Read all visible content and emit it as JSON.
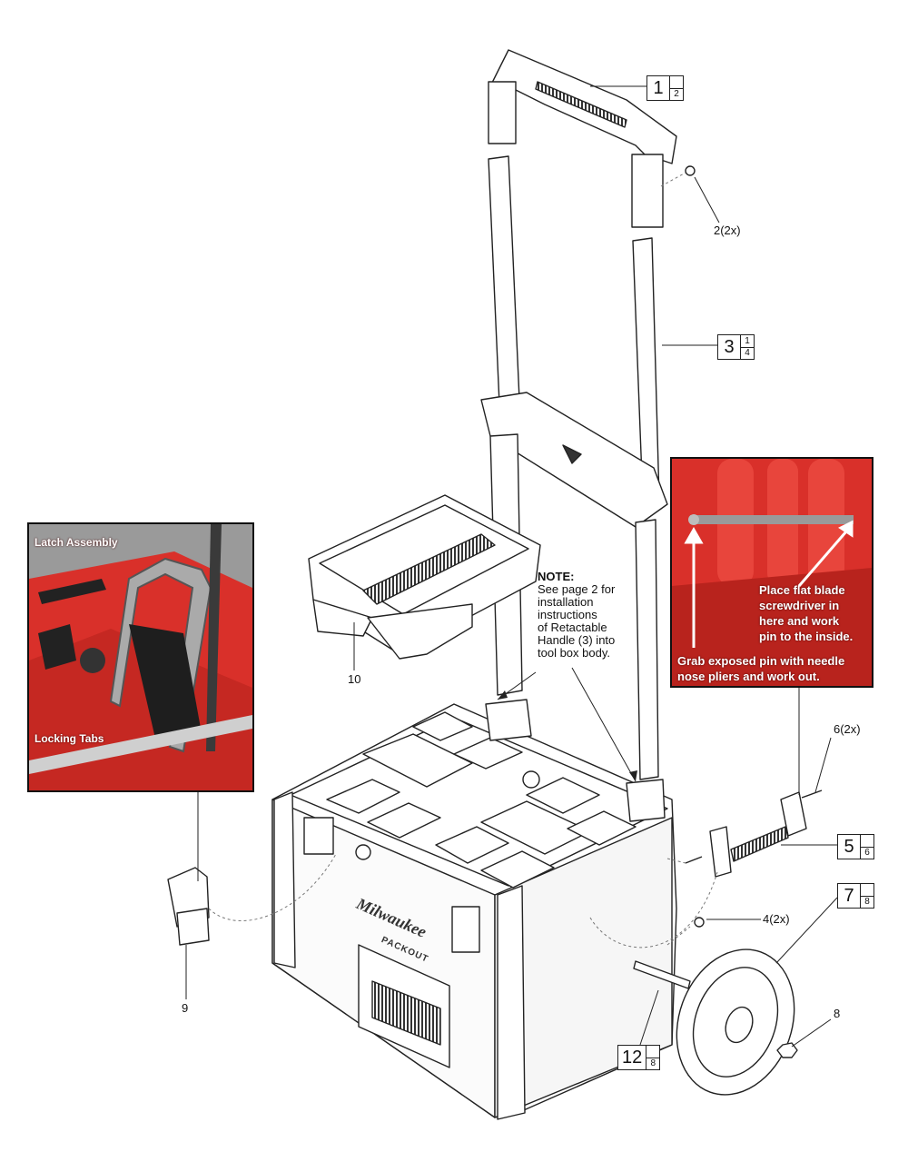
{
  "callouts": [
    {
      "id": "c1",
      "num": "1",
      "sub_top": "",
      "sub_bot": "2"
    },
    {
      "id": "c3",
      "num": "3",
      "sub_top": "1",
      "sub_bot": "4"
    },
    {
      "id": "c5",
      "num": "5",
      "sub_top": "",
      "sub_bot": "6"
    },
    {
      "id": "c7",
      "num": "7",
      "sub_top": "",
      "sub_bot": "8"
    },
    {
      "id": "c12",
      "num": "12",
      "sub_top": "",
      "sub_bot": "8"
    }
  ],
  "labels": {
    "screw_2": "2(2x)",
    "pin_6": "6(2x)",
    "screw_4": "4(2x)",
    "tray_10": "10",
    "latch_9": "9",
    "nut_8": "8"
  },
  "note": {
    "heading": "NOTE:",
    "lines": [
      "See page 2 for",
      "installation",
      "instructions",
      "of Retactable",
      "Handle (3) into",
      "tool box body."
    ]
  },
  "left_photo": {
    "latch_label": "Latch Assembly",
    "tabs_label": "Locking Tabs"
  },
  "right_photo": {
    "hint_top": [
      "Place flat blade",
      "screwdriver in",
      "here and work",
      "pin to the inside."
    ],
    "hint_bottom": [
      "Grab exposed pin with needle",
      "nose pliers and work out."
    ]
  },
  "brand": {
    "logo": "Milwaukee",
    "line": "PACKOUT"
  },
  "colors": {
    "photo_red": "#d9302a",
    "line": "#222222"
  }
}
